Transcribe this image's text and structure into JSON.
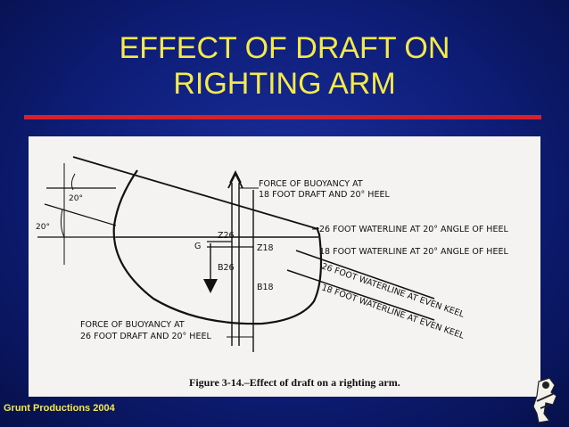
{
  "slide": {
    "title_lines": [
      "EFFECT OF DRAFT ON",
      "RIGHTING ARM"
    ],
    "footer": "Grunt Productions 2004",
    "title_color": "#f5ea4a",
    "rule_color": "#d6202a",
    "background_color": "#0e1d78"
  },
  "figure": {
    "labels": {
      "buoyancy_18_line1": "FORCE OF BUOYANCY AT",
      "buoyancy_18_line2": "18 FOOT DRAFT AND 20° HEEL",
      "wl26_heel": "26 FOOT WATERLINE AT 20° ANGLE OF HEEL",
      "wl18_heel": "18 FOOT  WATERLINE AT 20° ANGLE OF HEEL",
      "wl26_even": "26 FOOT WATERLINE AT EVEN KEEL",
      "wl18_even": "18 FOOT WATERLINE AT EVEN KEEL",
      "buoyancy_26_line1": "FORCE OF BUOYANCY AT",
      "buoyancy_26_line2": "26 FOOT DRAFT AND 20° HEEL",
      "g": "G",
      "z26": "Z26",
      "z18": "Z18",
      "b26": "B26",
      "b18": "B18",
      "angle_top": "20°",
      "angle_left": "20°",
      "caption": "Figure 3-14.–Effect of draft on a righting arm."
    }
  }
}
